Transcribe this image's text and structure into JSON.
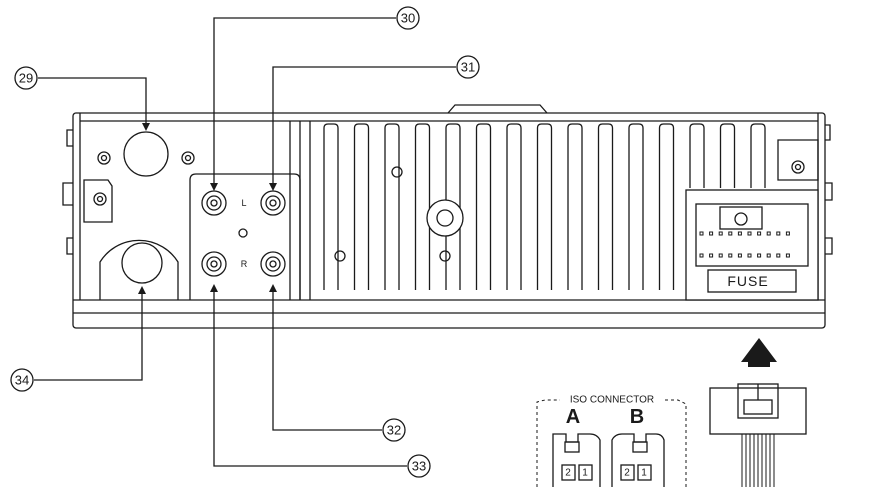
{
  "callouts": [
    {
      "number": "30"
    },
    {
      "number": "31"
    },
    {
      "number": "29"
    },
    {
      "number": "34"
    },
    {
      "number": "32"
    },
    {
      "number": "33"
    }
  ],
  "rca_labels": {
    "left": "L",
    "right": "R"
  },
  "fuse_label": "FUSE",
  "iso_connector": {
    "title": "ISO CONNECTOR",
    "connector_a": "A",
    "connector_b": "B",
    "pins_a": [
      "2",
      "1"
    ],
    "pins_b": [
      "2",
      "1"
    ]
  }
}
